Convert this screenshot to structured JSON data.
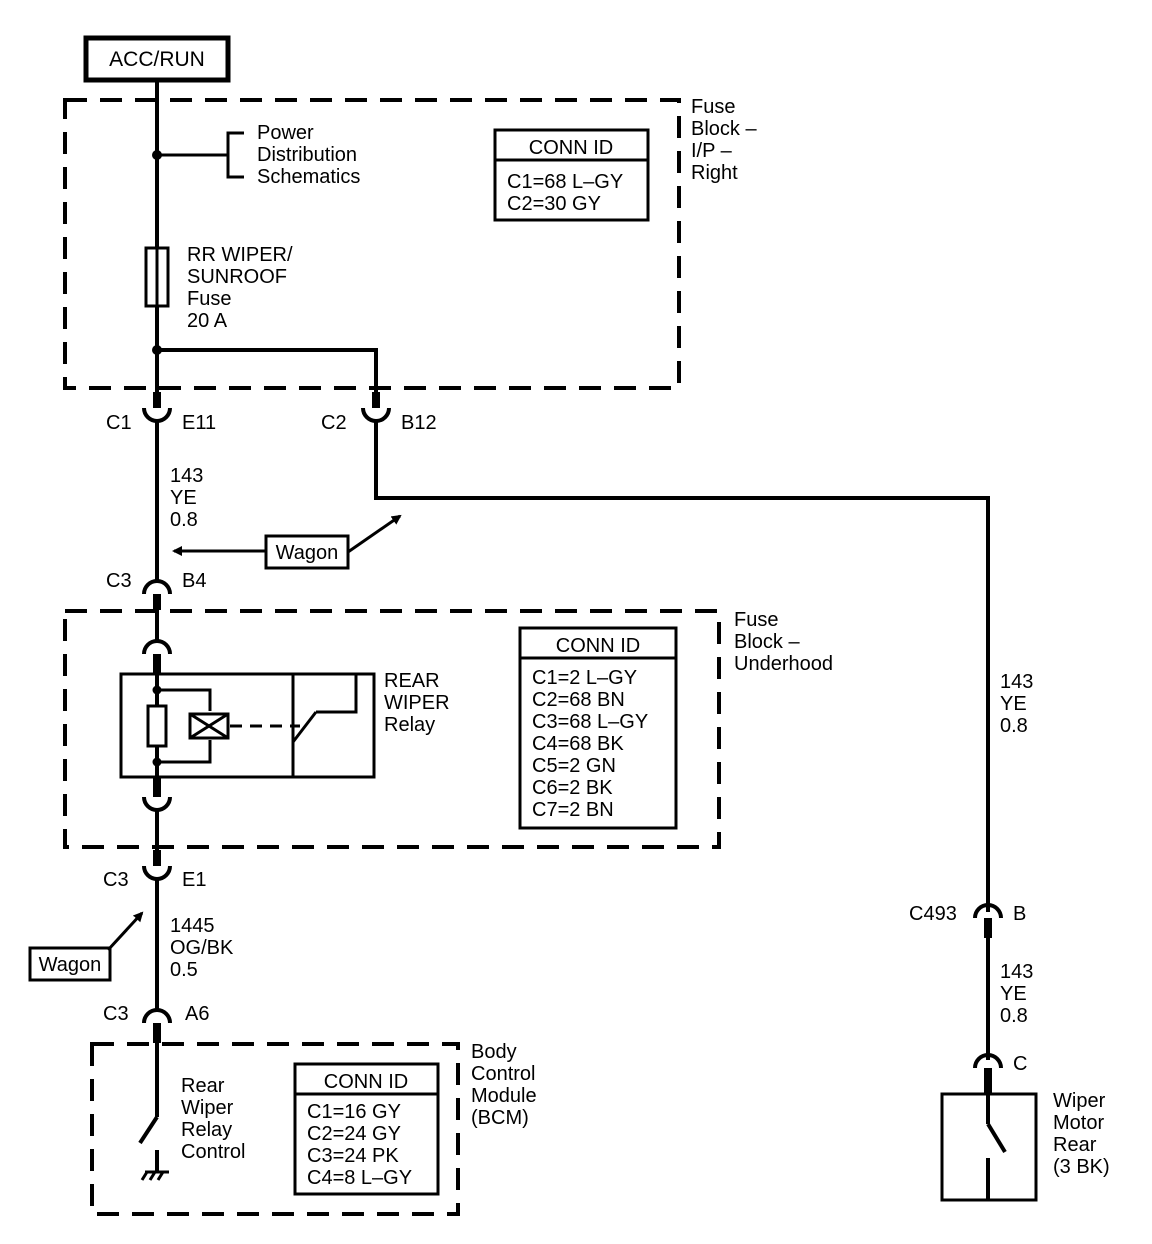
{
  "power_source": "ACC/RUN",
  "power_distribution": [
    "Power",
    "Distribution",
    "Schematics"
  ],
  "fuse_block_ip": {
    "name": [
      "Fuse",
      "Block –",
      "I/P –",
      "Right"
    ],
    "conn_id_header": "CONN ID",
    "conn_ids": [
      "C1=68 L–GY",
      "C2=30 GY"
    ]
  },
  "fuse": {
    "lines": [
      "RR WIPER/",
      "SUNROOF",
      "Fuse",
      "20 A"
    ]
  },
  "connectors": {
    "c1_left": "C1",
    "c1_right": "E11",
    "c2_left": "C2",
    "c2_right": "B12",
    "c3_b4_left": "C3",
    "c3_b4_right": "B4",
    "c3_e1_left": "C3",
    "c3_e1_right": "E1",
    "c3_a6_left": "C3",
    "c3_a6_right": "A6",
    "c493_left": "C493",
    "c493_right": "B",
    "motor_pin": "C"
  },
  "wires": {
    "w1": [
      "143",
      "YE",
      "0.8"
    ],
    "w2": [
      "143",
      "YE",
      "0.8"
    ],
    "w3": [
      "143",
      "YE",
      "0.8"
    ],
    "w4": [
      "1445",
      "OG/BK",
      "0.5"
    ]
  },
  "wagon_labels": [
    "Wagon",
    "Wagon"
  ],
  "fuse_block_underhood": {
    "name": [
      "Fuse",
      "Block –",
      "Underhood"
    ],
    "conn_id_header": "CONN ID",
    "conn_ids": [
      "C1=2 L–GY",
      "C2=68 BN",
      "C3=68 L–GY",
      "C4=68 BK",
      "C5=2 GN",
      "C6=2 BK",
      "C7=2 BN"
    ]
  },
  "relay": {
    "lines": [
      "REAR",
      "WIPER",
      "Relay"
    ]
  },
  "bcm": {
    "name": [
      "Body",
      "Control",
      "Module",
      "(BCM)"
    ],
    "conn_id_header": "CONN ID",
    "conn_ids": [
      "C1=16 GY",
      "C2=24 GY",
      "C3=24 PK",
      "C4=8 L–GY"
    ],
    "control_label": [
      "Rear",
      "Wiper",
      "Relay",
      "Control"
    ]
  },
  "motor": {
    "lines": [
      "Wiper",
      "Motor",
      "Rear",
      "(3 BK)"
    ]
  }
}
